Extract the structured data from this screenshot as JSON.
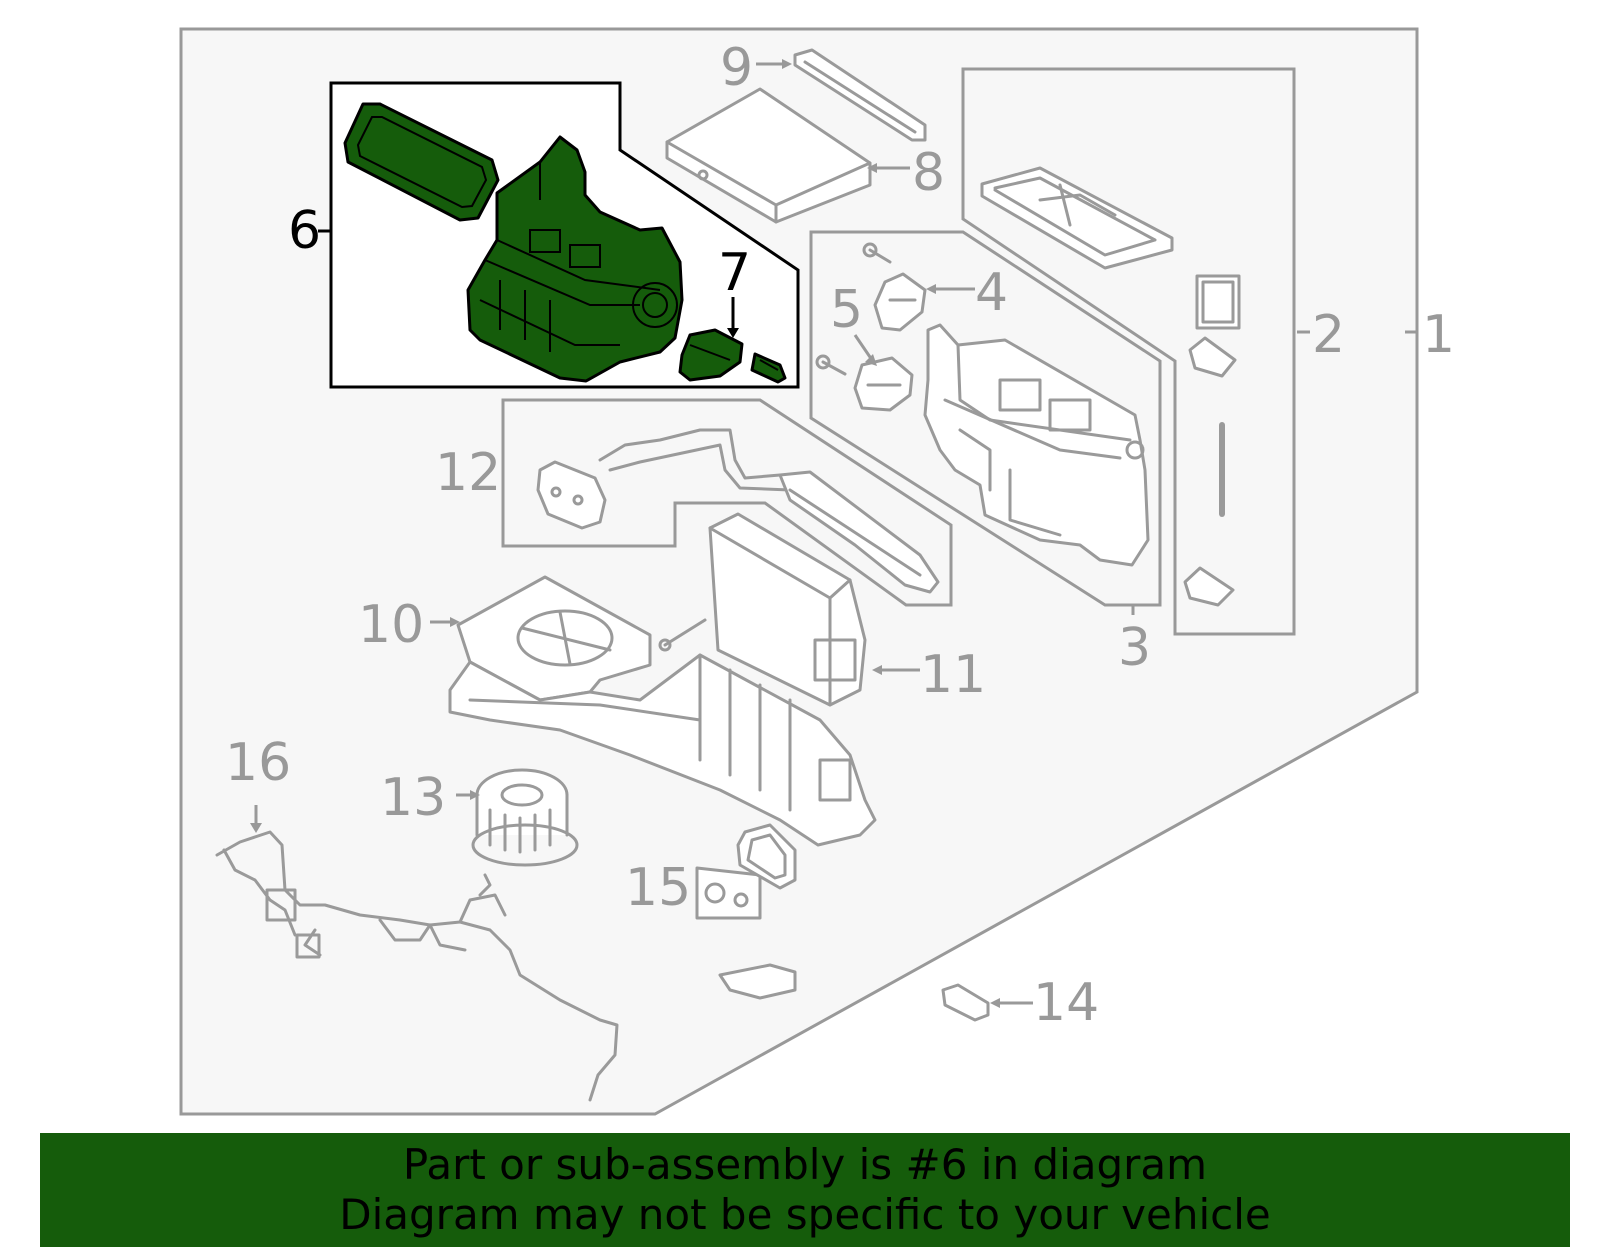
{
  "colors": {
    "highlight": "#155c0b",
    "outline": "#999999",
    "background_panel": "#f7f7f7"
  },
  "callouts": {
    "c1": "1",
    "c2": "2",
    "c3": "3",
    "c4": "4",
    "c5": "5",
    "c6": "6",
    "c7": "7",
    "c8": "8",
    "c9": "9",
    "c10": "10",
    "c11": "11",
    "c12": "12",
    "c13": "13",
    "c14": "14",
    "c15": "15",
    "c16": "16"
  },
  "highlighted_part": "6",
  "footer": {
    "line1": "Part or sub-assembly is #6 in diagram",
    "line2": "Diagram may not be specific to your vehicle"
  }
}
